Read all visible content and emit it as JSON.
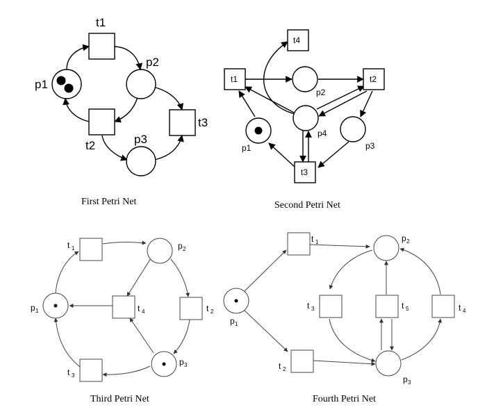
{
  "nets": [
    {
      "caption": "First Petri Net",
      "places": [
        {
          "id": "p1",
          "label": "p1",
          "tokens": 2
        },
        {
          "id": "p2",
          "label": "p2",
          "tokens": 0
        },
        {
          "id": "p3",
          "label": "p3",
          "tokens": 0
        }
      ],
      "transitions": [
        {
          "id": "t1",
          "label": "t1"
        },
        {
          "id": "t2",
          "label": "t2"
        },
        {
          "id": "t3",
          "label": "t3"
        }
      ],
      "arcs": [
        [
          "p1",
          "t1"
        ],
        [
          "t1",
          "p2"
        ],
        [
          "p2",
          "t2"
        ],
        [
          "t2",
          "p1"
        ],
        [
          "p2",
          "t3"
        ],
        [
          "t2",
          "p3"
        ],
        [
          "p3",
          "t3"
        ]
      ]
    },
    {
      "caption": "Second Petri Net",
      "places": [
        {
          "id": "p1",
          "label": "p1",
          "tokens": 1
        },
        {
          "id": "p2",
          "label": "p2",
          "tokens": 0
        },
        {
          "id": "p3",
          "label": "p3",
          "tokens": 0
        },
        {
          "id": "p4",
          "label": "p4",
          "tokens": 0
        }
      ],
      "transitions": [
        {
          "id": "t1",
          "label": "t1"
        },
        {
          "id": "t2",
          "label": "t2"
        },
        {
          "id": "t3",
          "label": "t3"
        },
        {
          "id": "t4",
          "label": "t4"
        }
      ],
      "arcs": [
        [
          "t1",
          "p2"
        ],
        [
          "p2",
          "t2"
        ],
        [
          "p1",
          "t1"
        ],
        [
          "t3",
          "p1"
        ],
        [
          "p4",
          "t1"
        ],
        [
          "p4",
          "t2"
        ],
        [
          "t2",
          "p4"
        ],
        [
          "t2",
          "p3"
        ],
        [
          "p3",
          "t3"
        ],
        [
          "p4",
          "t3"
        ],
        [
          "t3",
          "p4"
        ],
        [
          "p4",
          "t4"
        ]
      ]
    },
    {
      "caption": "Third Petri Net",
      "places": [
        {
          "id": "p1",
          "label": "p",
          "sub": "1",
          "tokens": 1
        },
        {
          "id": "p2",
          "label": "p",
          "sub": "2",
          "tokens": 0
        },
        {
          "id": "p3",
          "label": "p",
          "sub": "3",
          "tokens": 1
        }
      ],
      "transitions": [
        {
          "id": "t1",
          "label": "t",
          "sub": "1"
        },
        {
          "id": "t2",
          "label": "t",
          "sub": "2"
        },
        {
          "id": "t3",
          "label": "t",
          "sub": "3"
        },
        {
          "id": "t4",
          "label": "t",
          "sub": "4"
        }
      ],
      "arcs": [
        [
          "p1",
          "t1"
        ],
        [
          "t1",
          "p2"
        ],
        [
          "p2",
          "t2"
        ],
        [
          "t2",
          "p3"
        ],
        [
          "p3",
          "t3"
        ],
        [
          "t3",
          "p1"
        ],
        [
          "p2",
          "t4"
        ],
        [
          "p3",
          "t4"
        ],
        [
          "t4",
          "p1"
        ]
      ]
    },
    {
      "caption": "Fourth Petri Net",
      "places": [
        {
          "id": "p1",
          "label": "p",
          "sub": "1",
          "tokens": 1
        },
        {
          "id": "p2",
          "label": "p",
          "sub": "2",
          "tokens": 0
        },
        {
          "id": "p3",
          "label": "p",
          "sub": "3",
          "tokens": 0
        }
      ],
      "transitions": [
        {
          "id": "t1",
          "label": "t",
          "sub": "1"
        },
        {
          "id": "t2",
          "label": "t",
          "sub": "2"
        },
        {
          "id": "t3",
          "label": "t",
          "sub": "3"
        },
        {
          "id": "t4",
          "label": "t",
          "sub": "4"
        },
        {
          "id": "t5",
          "label": "t",
          "sub": "5"
        }
      ],
      "arcs": [
        [
          "p1",
          "t1"
        ],
        [
          "p1",
          "t2"
        ],
        [
          "t1",
          "p2"
        ],
        [
          "t2",
          "p3"
        ],
        [
          "p2",
          "t3"
        ],
        [
          "t3",
          "p3"
        ],
        [
          "p3",
          "t4"
        ],
        [
          "t4",
          "p2"
        ],
        [
          "p3",
          "t5"
        ],
        [
          "t5",
          "p2"
        ],
        [
          "t5",
          "p3"
        ]
      ]
    }
  ]
}
